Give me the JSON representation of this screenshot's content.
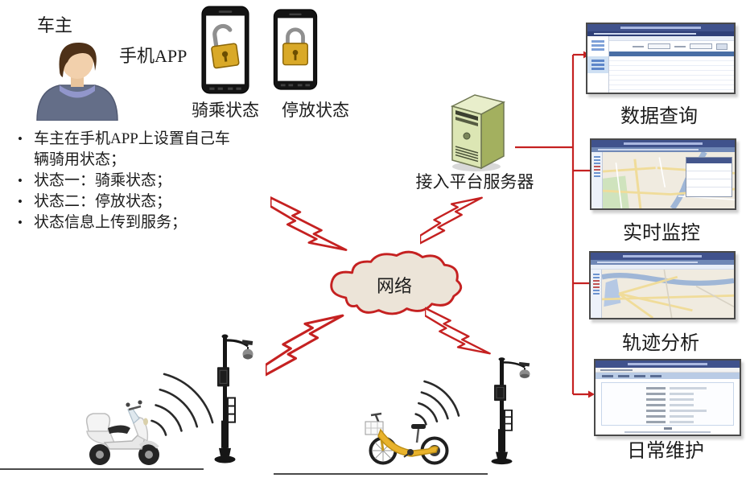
{
  "colors": {
    "accent_red": "#c52121",
    "text_dark": "#1c1c1c",
    "cloud_fill": "#ece4d8",
    "titlebar_blue": "#40528c",
    "menubar_blue": "#7088b6",
    "table_header_blue": "#4a6fa5",
    "map_bg": "#f0ebe0",
    "map_park_green": "#cfe3bd",
    "map_water_blue": "#9fb6d6",
    "map_road_yellow": "#f0dc9a",
    "server_front": "#dce6b4",
    "server_side": "#a3b05f",
    "server_top": "#e8eecb"
  },
  "owner": {
    "label": "车主"
  },
  "mobile_app": {
    "label": "手机APP"
  },
  "phones": [
    {
      "status_label": "骑乘状态",
      "lock_state": "unlocked"
    },
    {
      "status_label": "停放状态",
      "lock_state": "locked"
    }
  ],
  "notes": {
    "bullets": [
      "车主在手机APP上设置自己车辆骑用状态；",
      "状态一：骑乘状态；",
      "状态二：停放状态；",
      "状态信息上传到服务；"
    ]
  },
  "network": {
    "label": "网络"
  },
  "server": {
    "label": "接入平台服务器"
  },
  "platform_screens": [
    {
      "label": "数据查询",
      "kind": "data-table"
    },
    {
      "label": "实时监控",
      "kind": "live-map"
    },
    {
      "label": "轨迹分析",
      "kind": "track-map"
    },
    {
      "label": "日常维护",
      "kind": "maintenance-form"
    }
  ]
}
